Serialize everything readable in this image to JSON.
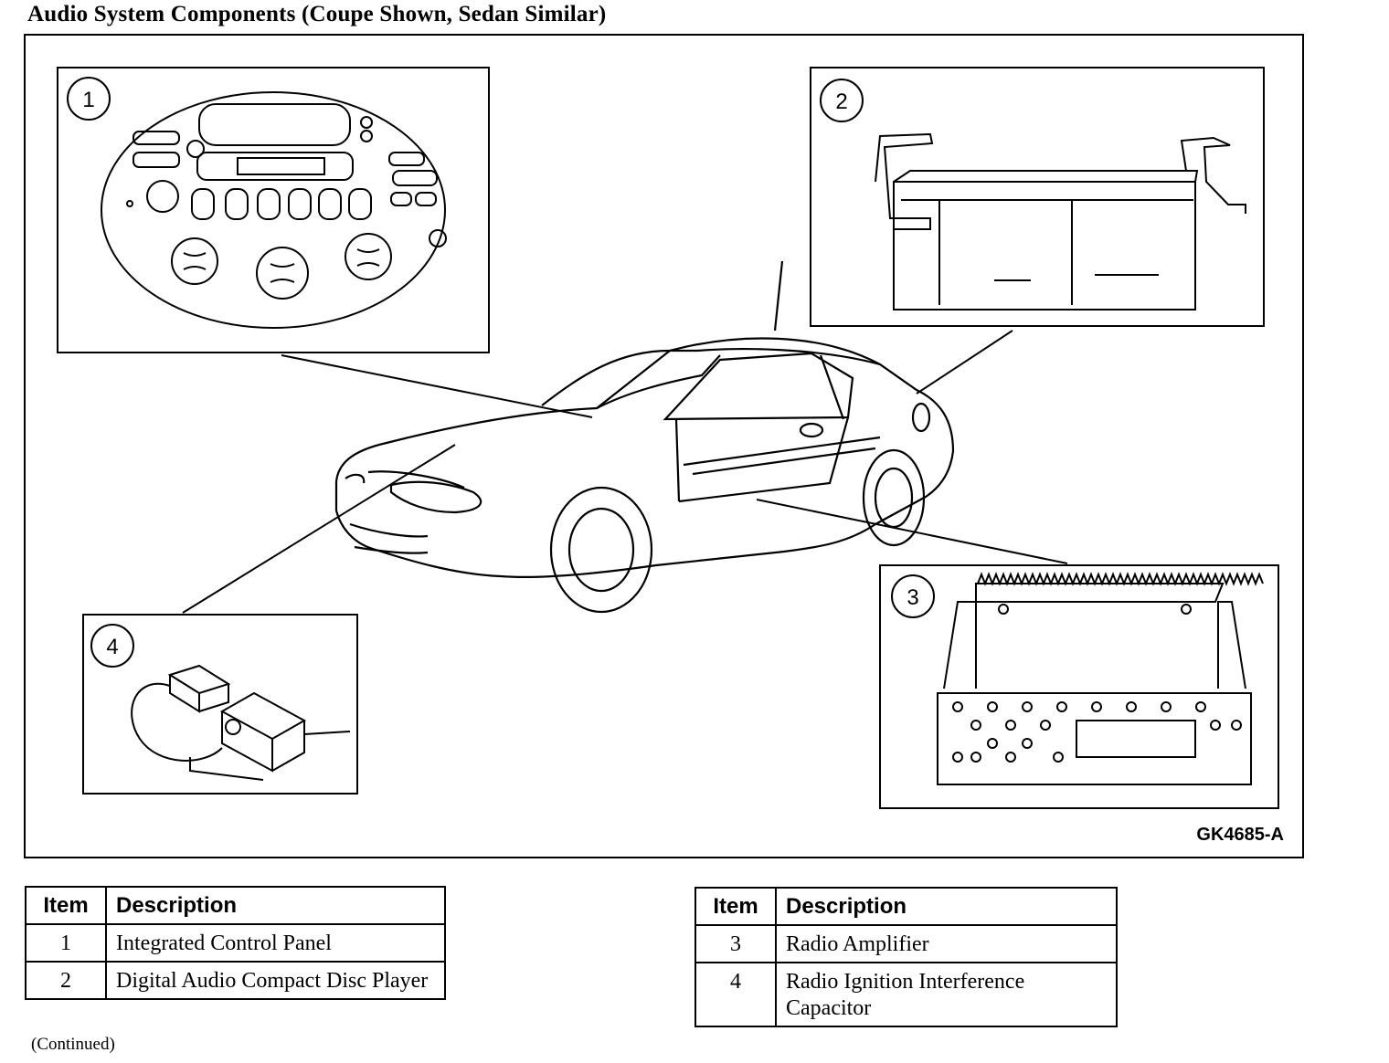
{
  "title": "Audio System Components (Coupe Shown, Sedan Similar)",
  "figure": {
    "code": "GK4685-A",
    "callouts": [
      "1",
      "2",
      "3",
      "4"
    ]
  },
  "legend_left": {
    "headers": {
      "item": "Item",
      "description": "Description"
    },
    "rows": [
      {
        "item": "1",
        "description": "Integrated Control Panel"
      },
      {
        "item": "2",
        "description": "Digital Audio Compact Disc Player"
      }
    ]
  },
  "legend_right": {
    "headers": {
      "item": "Item",
      "description": "Description"
    },
    "rows": [
      {
        "item": "3",
        "description": "Radio Amplifier"
      },
      {
        "item": "4",
        "description": "Radio Ignition Interference Capacitor"
      }
    ]
  },
  "footer": {
    "continued": "(Continued)"
  }
}
